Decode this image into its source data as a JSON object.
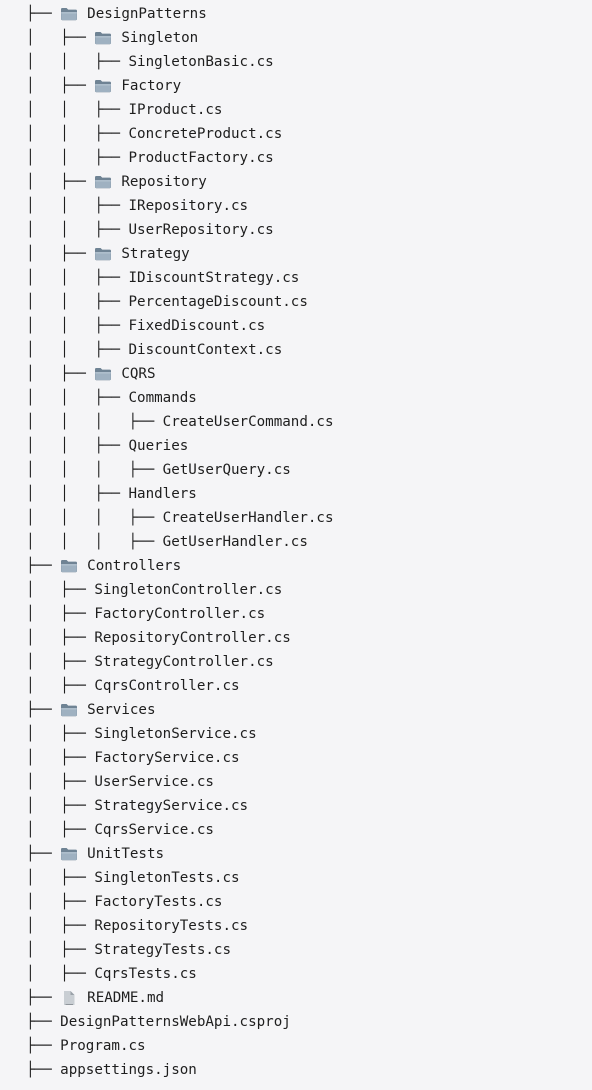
{
  "tree": [
    {
      "prefix": "├── ",
      "icon": "folder-icon",
      "name": "DesignPatterns"
    },
    {
      "prefix": "│   ├── ",
      "icon": "folder-icon",
      "name": "Singleton"
    },
    {
      "prefix": "│   │   ├── ",
      "icon": "",
      "name": "SingletonBasic.cs"
    },
    {
      "prefix": "│   ├── ",
      "icon": "folder-icon",
      "name": "Factory"
    },
    {
      "prefix": "│   │   ├── ",
      "icon": "",
      "name": "IProduct.cs"
    },
    {
      "prefix": "│   │   ├── ",
      "icon": "",
      "name": "ConcreteProduct.cs"
    },
    {
      "prefix": "│   │   ├── ",
      "icon": "",
      "name": "ProductFactory.cs"
    },
    {
      "prefix": "│   ├── ",
      "icon": "folder-icon",
      "name": "Repository"
    },
    {
      "prefix": "│   │   ├── ",
      "icon": "",
      "name": "IRepository.cs"
    },
    {
      "prefix": "│   │   ├── ",
      "icon": "",
      "name": "UserRepository.cs"
    },
    {
      "prefix": "│   ├── ",
      "icon": "folder-icon",
      "name": "Strategy"
    },
    {
      "prefix": "│   │   ├── ",
      "icon": "",
      "name": "IDiscountStrategy.cs"
    },
    {
      "prefix": "│   │   ├── ",
      "icon": "",
      "name": "PercentageDiscount.cs"
    },
    {
      "prefix": "│   │   ├── ",
      "icon": "",
      "name": "FixedDiscount.cs"
    },
    {
      "prefix": "│   │   ├── ",
      "icon": "",
      "name": "DiscountContext.cs"
    },
    {
      "prefix": "│   ├── ",
      "icon": "folder-icon",
      "name": "CQRS"
    },
    {
      "prefix": "│   │   ├── ",
      "icon": "",
      "name": "Commands"
    },
    {
      "prefix": "│   │   │   ├── ",
      "icon": "",
      "name": "CreateUserCommand.cs"
    },
    {
      "prefix": "│   │   ├── ",
      "icon": "",
      "name": "Queries"
    },
    {
      "prefix": "│   │   │   ├── ",
      "icon": "",
      "name": "GetUserQuery.cs"
    },
    {
      "prefix": "│   │   ├── ",
      "icon": "",
      "name": "Handlers"
    },
    {
      "prefix": "│   │   │   ├── ",
      "icon": "",
      "name": "CreateUserHandler.cs"
    },
    {
      "prefix": "│   │   │   ├── ",
      "icon": "",
      "name": "GetUserHandler.cs"
    },
    {
      "prefix": "├── ",
      "icon": "folder-icon",
      "name": "Controllers"
    },
    {
      "prefix": "│   ├── ",
      "icon": "",
      "name": "SingletonController.cs"
    },
    {
      "prefix": "│   ├── ",
      "icon": "",
      "name": "FactoryController.cs"
    },
    {
      "prefix": "│   ├── ",
      "icon": "",
      "name": "RepositoryController.cs"
    },
    {
      "prefix": "│   ├── ",
      "icon": "",
      "name": "StrategyController.cs"
    },
    {
      "prefix": "│   ├── ",
      "icon": "",
      "name": "CqrsController.cs"
    },
    {
      "prefix": "├── ",
      "icon": "folder-icon",
      "name": "Services"
    },
    {
      "prefix": "│   ├── ",
      "icon": "",
      "name": "SingletonService.cs"
    },
    {
      "prefix": "│   ├── ",
      "icon": "",
      "name": "FactoryService.cs"
    },
    {
      "prefix": "│   ├── ",
      "icon": "",
      "name": "UserService.cs"
    },
    {
      "prefix": "│   ├── ",
      "icon": "",
      "name": "StrategyService.cs"
    },
    {
      "prefix": "│   ├── ",
      "icon": "",
      "name": "CqrsService.cs"
    },
    {
      "prefix": "├── ",
      "icon": "folder-icon",
      "name": "UnitTests"
    },
    {
      "prefix": "│   ├── ",
      "icon": "",
      "name": "SingletonTests.cs"
    },
    {
      "prefix": "│   ├── ",
      "icon": "",
      "name": "FactoryTests.cs"
    },
    {
      "prefix": "│   ├── ",
      "icon": "",
      "name": "RepositoryTests.cs"
    },
    {
      "prefix": "│   ├── ",
      "icon": "",
      "name": "StrategyTests.cs"
    },
    {
      "prefix": "│   ├── ",
      "icon": "",
      "name": "CqrsTests.cs"
    },
    {
      "prefix": "├── ",
      "icon": "document-icon",
      "name": "README.md"
    },
    {
      "prefix": "├── ",
      "icon": "",
      "name": "DesignPatternsWebApi.csproj"
    },
    {
      "prefix": "├── ",
      "icon": "",
      "name": "Program.cs"
    },
    {
      "prefix": "├── ",
      "icon": "",
      "name": "appsettings.json"
    }
  ]
}
